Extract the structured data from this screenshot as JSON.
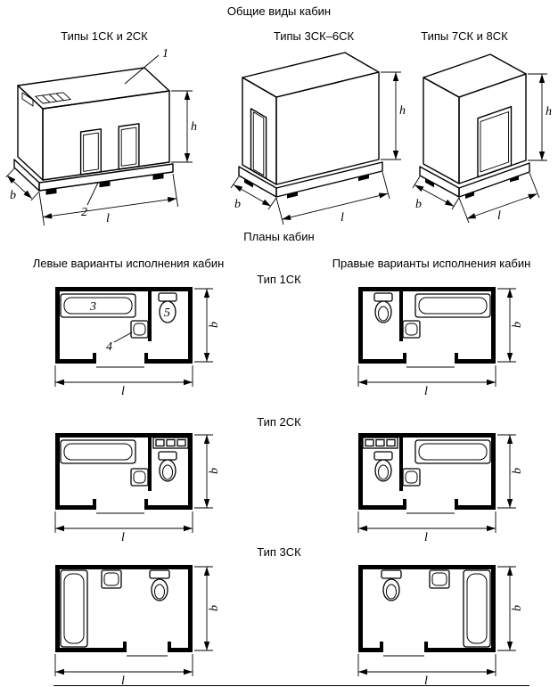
{
  "titles": {
    "general_views": "Общие виды кабин",
    "plans": "Планы кабин",
    "left_variants": "Левые варианты исполнения кабин",
    "right_variants": "Правые варианты исполнения кабин"
  },
  "views": {
    "v1": {
      "label": "Типы 1СК и 2СК"
    },
    "v2": {
      "label": "Типы 3СК–6СК"
    },
    "v3": {
      "label": "Типы 7СК и 8СК"
    }
  },
  "plan_types": {
    "t1": {
      "label": "Тип 1СК"
    },
    "t2": {
      "label": "Тип 2СК"
    },
    "t3": {
      "label": "Тип 3СК"
    }
  },
  "dims": {
    "h": "h",
    "b": "b",
    "l": "l"
  },
  "callouts": {
    "c1": "1",
    "c2": "2",
    "c3": "3",
    "c4": "4",
    "c5": "5"
  },
  "colors": {
    "line": "#000000",
    "background": "#ffffff"
  }
}
